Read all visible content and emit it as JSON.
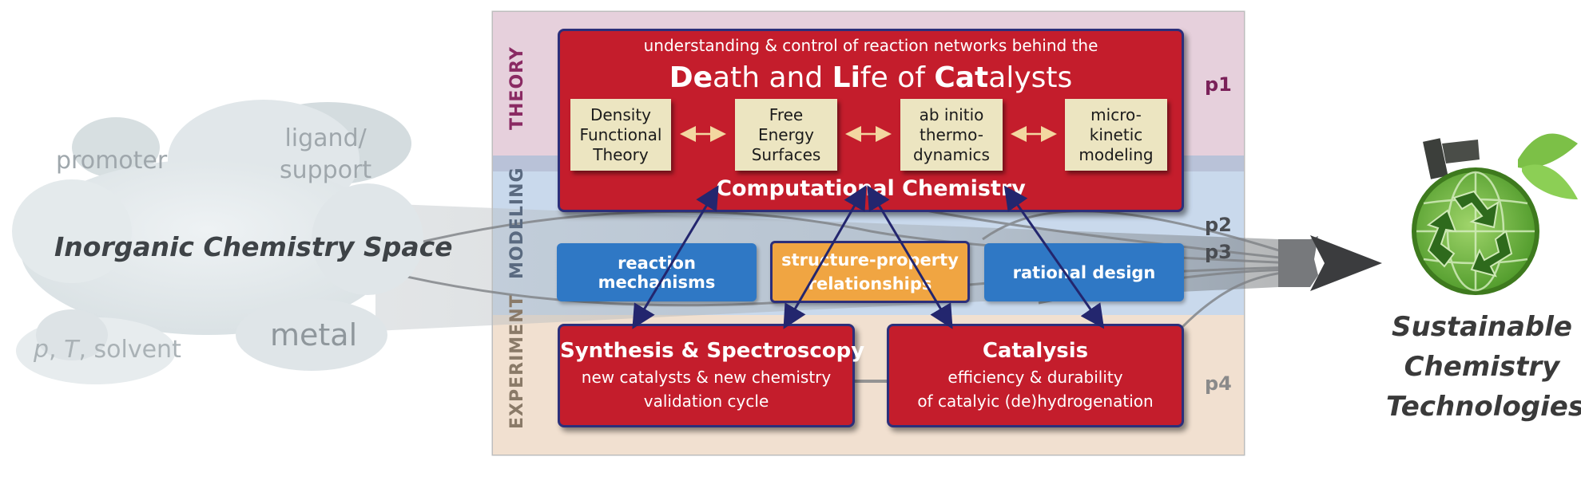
{
  "bands": {
    "theory": {
      "label": "THEORY",
      "page": "p1"
    },
    "modeling": {
      "label": "MODELING",
      "pages": [
        "p2",
        "p3"
      ]
    },
    "experiment": {
      "label": "EXPERIMENT",
      "page": "p4"
    }
  },
  "cloud": {
    "main": "Inorganic Chemistry Space",
    "promoter": "promoter",
    "ligand_line1": "ligand/",
    "ligand_line2": "support",
    "metal": "metal",
    "conditions_p": "p",
    "conditions_t": "T",
    "conditions_rest": ", solvent",
    "conditions_sep": ", "
  },
  "theory_box": {
    "subtitle": "understanding & control of reaction networks behind the",
    "title_parts": [
      "De",
      "ath and ",
      "Li",
      "fe of ",
      "Cat",
      "alysts"
    ],
    "methods": [
      {
        "line1": "Density",
        "line2": "Functional",
        "line3": "Theory"
      },
      {
        "line1": "Free",
        "line2": "Energy",
        "line3": "Surfaces"
      },
      {
        "line1": "ab initio",
        "line2": "thermo-",
        "line3": "dynamics"
      },
      {
        "line1": "micro-",
        "line2": "kinetic",
        "line3": "modeling"
      }
    ],
    "footer": "Computational Chemistry"
  },
  "modeling_boxes": {
    "left": "reaction mechanisms",
    "center_line1": "structure-property",
    "center_line2": "relationships",
    "right": "rational design"
  },
  "experiment_boxes": {
    "synthesis": {
      "title": "Synthesis & Spectroscopy",
      "line1": "new catalysts & new chemistry",
      "line2": "validation cycle"
    },
    "catalysis": {
      "title": "Catalysis",
      "line1": "efficiency & durability",
      "line2": "of catalyic (de)hydrogenation"
    }
  },
  "output": {
    "line1": "Sustainable",
    "line2": "Chemistry",
    "line3": "Technologies"
  },
  "colors": {
    "red": "#c41d2c",
    "navy": "#2c2f7a",
    "blue": "#2f78c5",
    "orange": "#f0a542",
    "beige": "#ece5c1",
    "theory_band": "#e6d0dc",
    "modeling_band": "#c9d9ec",
    "experiment_band": "#f1e0d0",
    "page_purple": "#7a2159",
    "page_gray": "#8a8a8a",
    "globe_green": "#6cab3a"
  },
  "icons": {
    "recycle": "recycle-globe-icon",
    "arrow": "big-right-arrow-icon"
  }
}
